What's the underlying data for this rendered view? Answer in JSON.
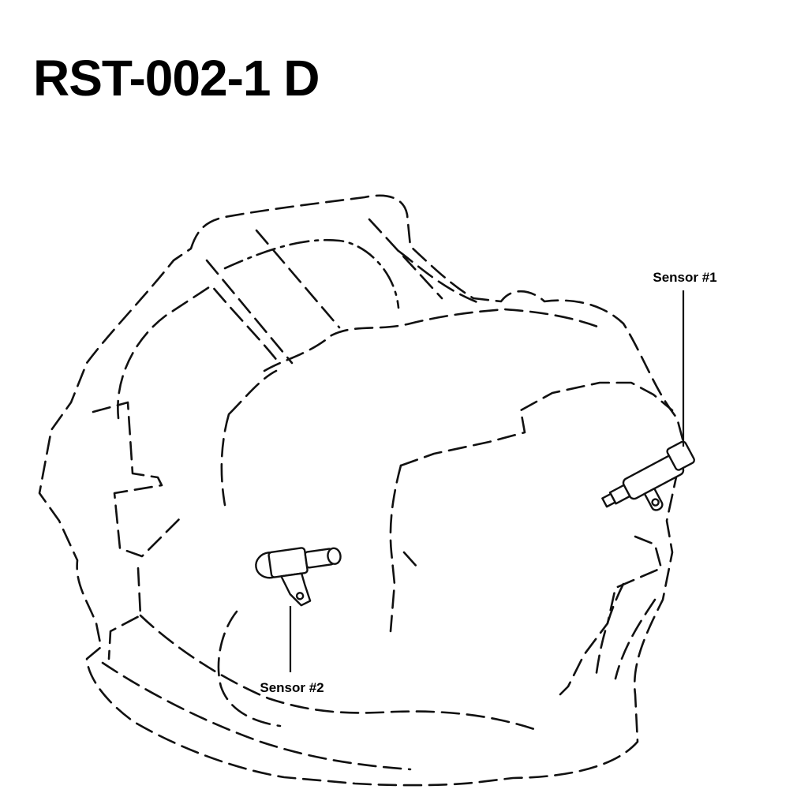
{
  "title": "RST-002-1 D",
  "callouts": {
    "sensor1": {
      "label": "Sensor #1"
    },
    "sensor2": {
      "label": "Sensor #2"
    }
  },
  "colors": {
    "line": "#111111",
    "background": "#ffffff"
  }
}
